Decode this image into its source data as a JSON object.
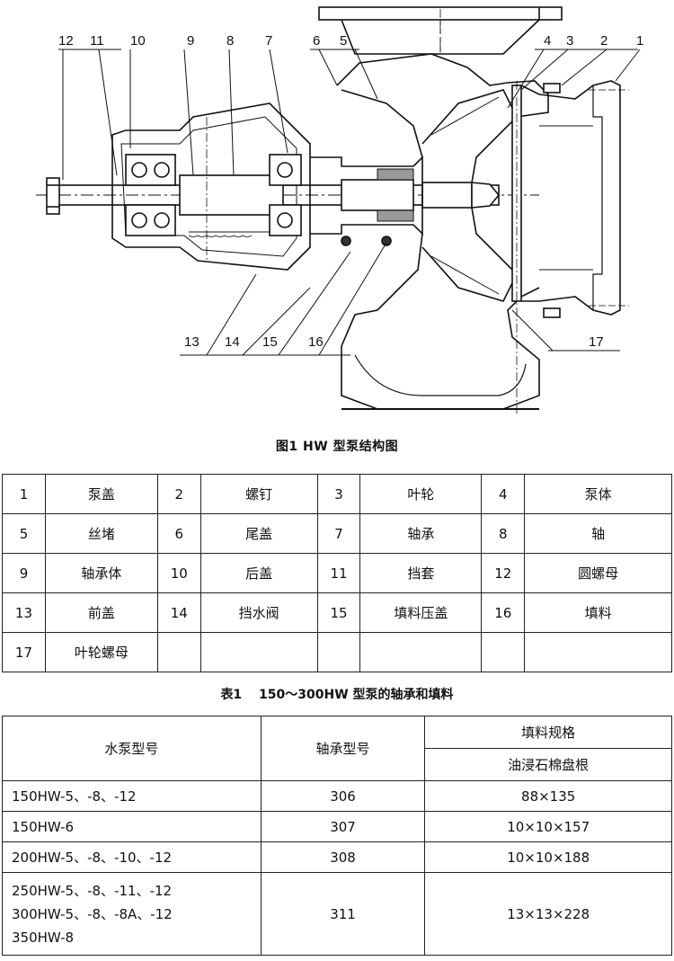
{
  "figure": {
    "callouts": [
      "1",
      "2",
      "3",
      "4",
      "5",
      "6",
      "7",
      "8",
      "9",
      "10",
      "11",
      "12",
      "13",
      "14",
      "15",
      "16",
      "17"
    ],
    "caption": "图1 HW 型泵结构图"
  },
  "parts_table": {
    "rows": [
      [
        {
          "num": "1",
          "name": "泵盖"
        },
        {
          "num": "2",
          "name": "螺钉"
        },
        {
          "num": "3",
          "name": "叶轮"
        },
        {
          "num": "4",
          "name": "泵体"
        }
      ],
      [
        {
          "num": "5",
          "name": "丝堵"
        },
        {
          "num": "6",
          "name": "尾盖"
        },
        {
          "num": "7",
          "name": "轴承"
        },
        {
          "num": "8",
          "name": "轴"
        }
      ],
      [
        {
          "num": "9",
          "name": "轴承体"
        },
        {
          "num": "10",
          "name": "后盖"
        },
        {
          "num": "11",
          "name": "挡套"
        },
        {
          "num": "12",
          "name": "圆螺母"
        }
      ],
      [
        {
          "num": "13",
          "name": "前盖"
        },
        {
          "num": "14",
          "name": "挡水阀"
        },
        {
          "num": "15",
          "name": "填料压盖"
        },
        {
          "num": "16",
          "name": "填料"
        }
      ],
      [
        {
          "num": "17",
          "name": "叶轮螺母"
        }
      ]
    ]
  },
  "spec_table": {
    "caption": "表1　 150～300HW 型泵的轴承和填料",
    "headers": {
      "model": "水泵型号",
      "bearing": "轴承型号",
      "packing": "填料规格",
      "packing_sub": "油浸石棉盘根"
    },
    "rows": [
      {
        "model": [
          "150HW-5、-8、-12"
        ],
        "bearing": "306",
        "packing": "88×135"
      },
      {
        "model": [
          "150HW-6"
        ],
        "bearing": "307",
        "packing": "10×10×157"
      },
      {
        "model": [
          "200HW-5、-8、-10、-12"
        ],
        "bearing": "308",
        "packing": "10×10×188"
      },
      {
        "model": [
          "250HW-5、-8、-11、-12",
          "300HW-5、-8、-8A、-12",
          "350HW-8"
        ],
        "bearing": "311",
        "packing": "13×13×228"
      }
    ]
  }
}
